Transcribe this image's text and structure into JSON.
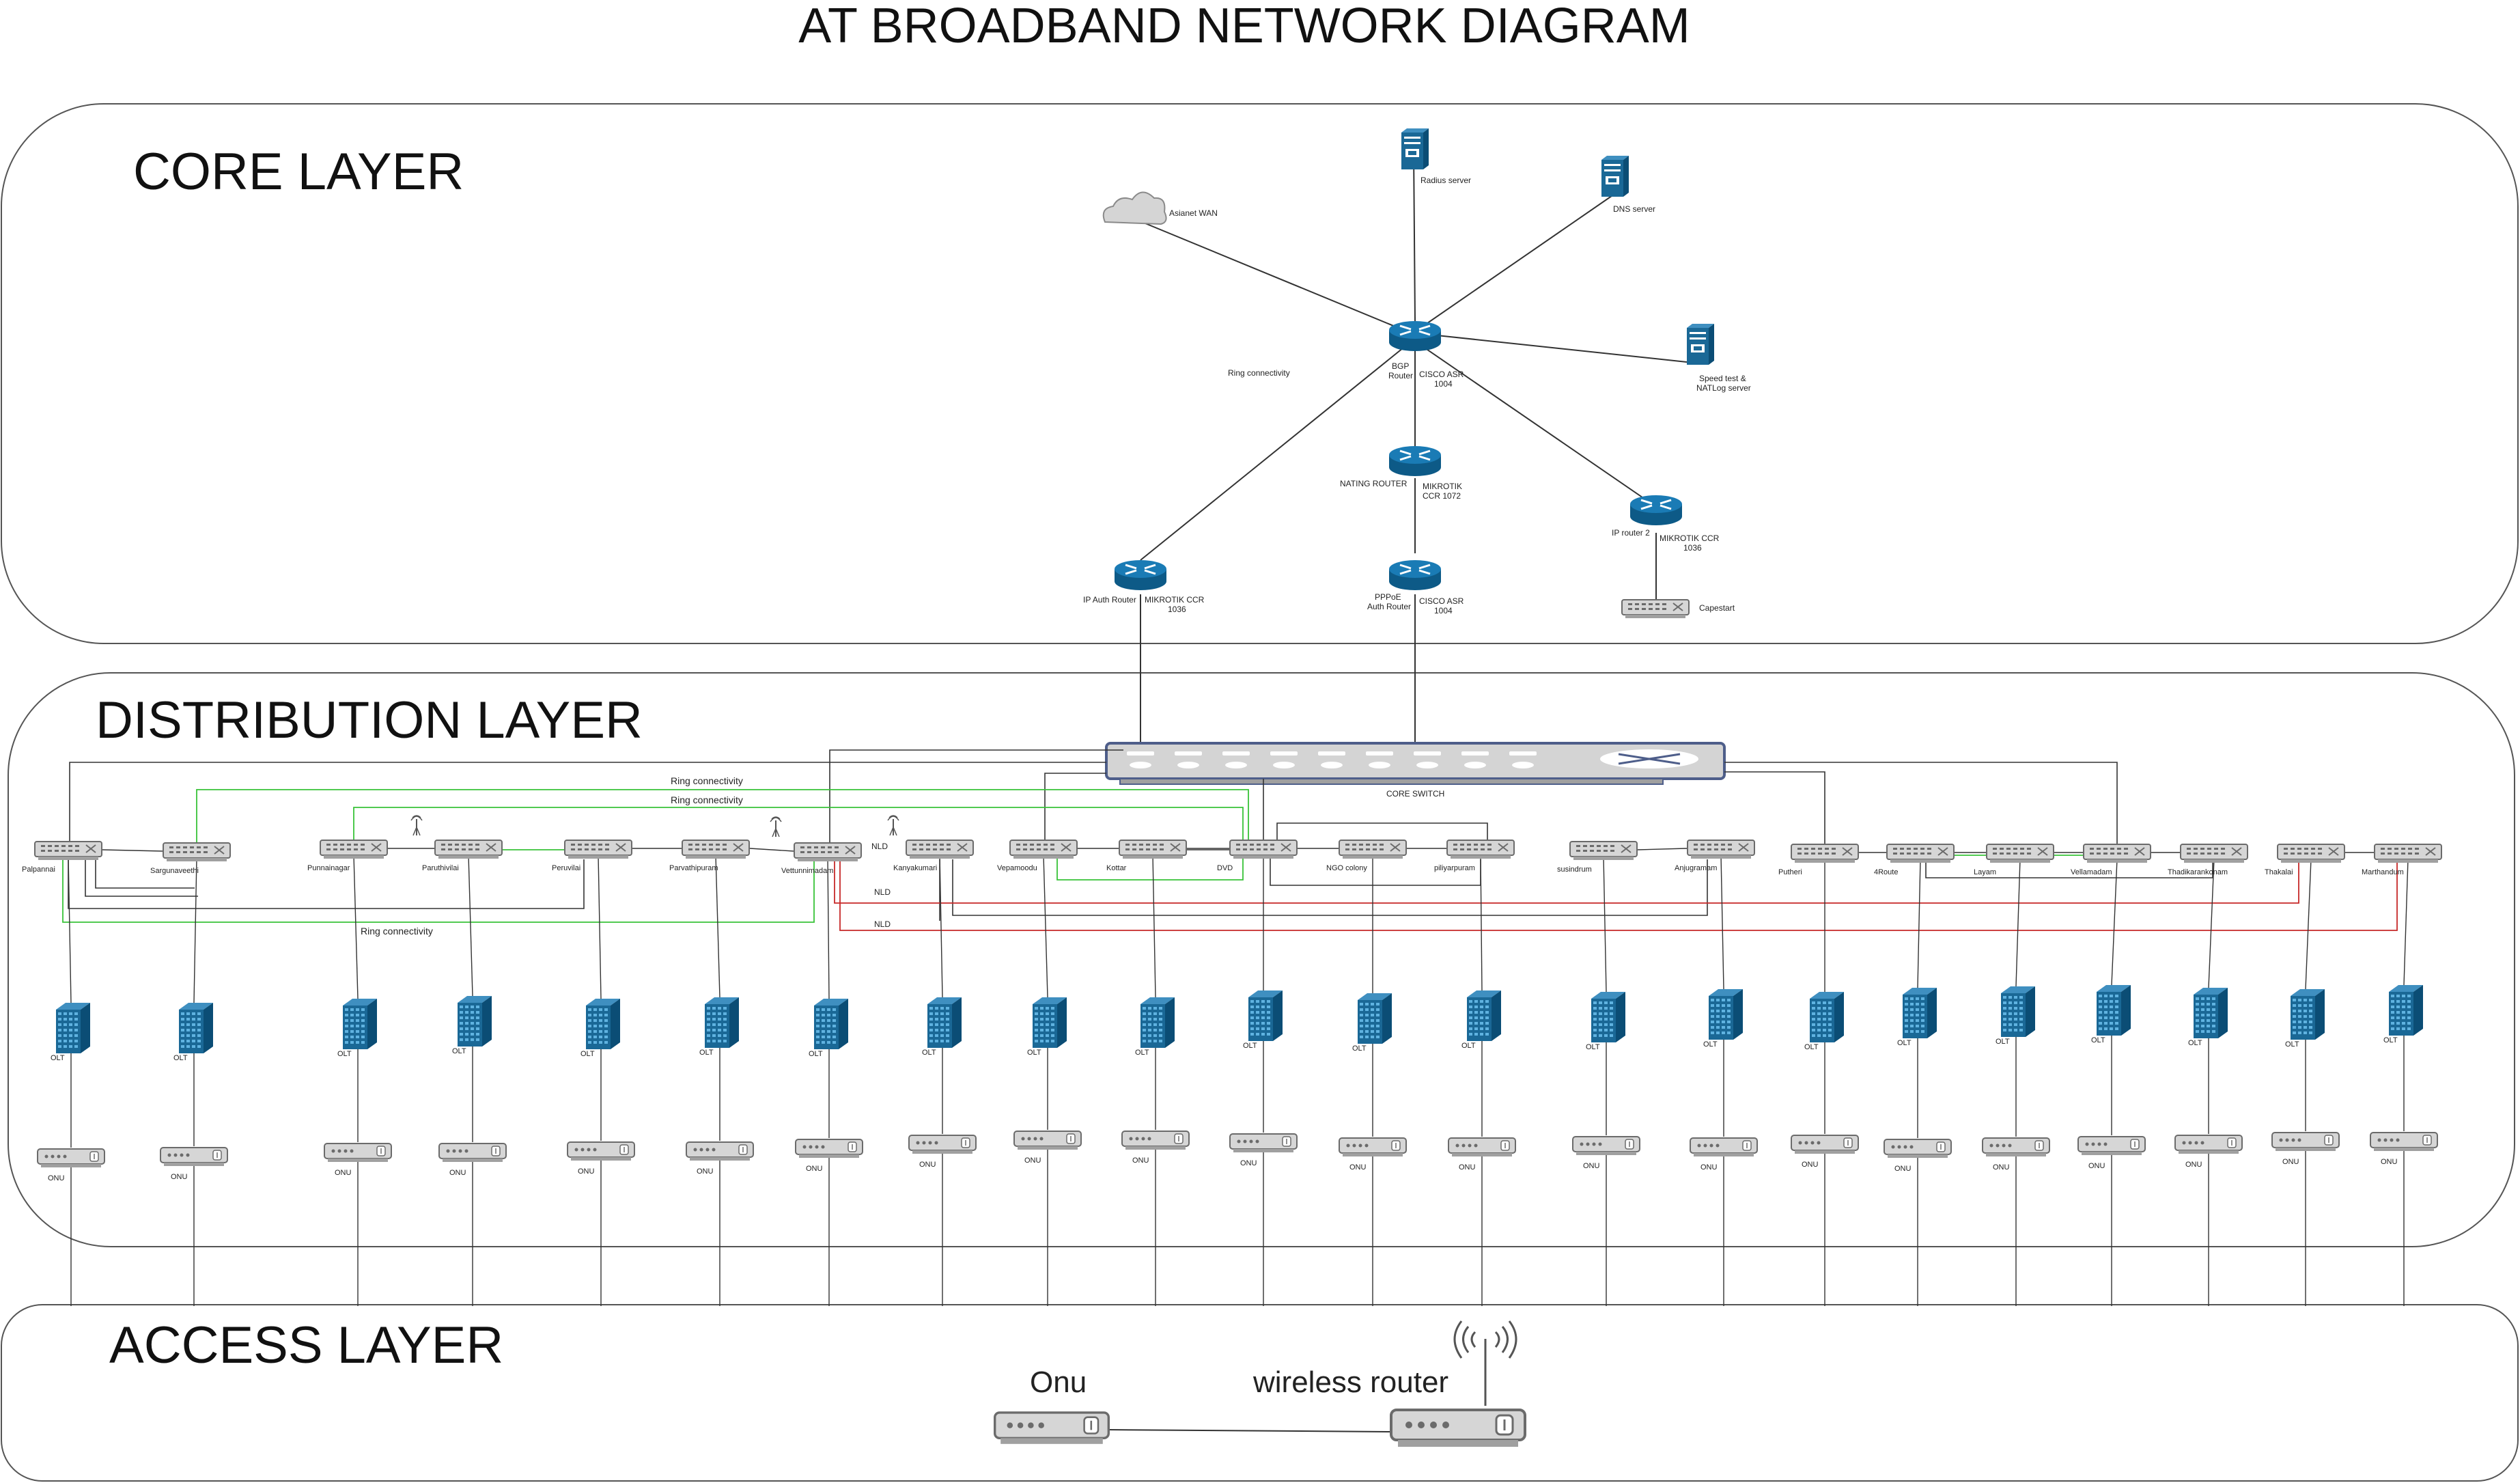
{
  "title": "AT BROADBAND NETWORK DIAGRAM",
  "layers": {
    "core": "CORE LAYER",
    "distribution": "DISTRIBUTION LAYER",
    "access": "ACCESS LAYER"
  },
  "core": {
    "wan": "Asianet WAN",
    "radius": "Radius server",
    "dns": "DNS server",
    "speedtest": "Speed test &\nNATLog server",
    "bgp_router": "BGP\nRouter",
    "bgp_model": "CISCO ASR\n1004",
    "nating_router": "NATING ROUTER",
    "nating_model": "MIKROTIK\nCCR 1072",
    "ip_router2": "IP router 2",
    "ip_router2_model": "MIKROTIK CCR\n1036",
    "ip_auth": "IP Auth Router",
    "ip_auth_model": "MIKROTIK CCR\n1036",
    "pppoe": "PPPoE\nAuth Router",
    "pppoe_model": "CISCO ASR\n1004",
    "capestart": "Capestart",
    "ring_connectivity": "Ring connectivity"
  },
  "distribution": {
    "core_switch": "CORE SWITCH",
    "ring1": "Ring connectivity",
    "ring2": "Ring connectivity",
    "ring3": "Ring connectivity",
    "nld1": "NLD",
    "nld2": "NLD",
    "nld3": "NLD",
    "sites": [
      "Palpannai",
      "Sargunaveethi",
      "Punnainagar",
      "Paruthivilai",
      "Peruvilai",
      "Parvathipuram",
      "Vettunnimadam",
      "Kanyakumari",
      "Vepamoodu",
      "Kottar",
      "DVD",
      "NGO colony",
      "piliyarpuram",
      "susindrum",
      "Anjugramam",
      "Putheri",
      "4Route",
      "Layam",
      "Vellamadam",
      "Thadikarankonam",
      "Thakalai",
      "Marthandum"
    ],
    "olt_label": "OLT",
    "onu_label": "ONU"
  },
  "access": {
    "onu": "Onu",
    "wireless_router": "wireless router"
  },
  "colors": {
    "device_blue": "#1a6896",
    "ring_green": "#39c339",
    "nld_red": "#c62828",
    "line_dark": "#333333"
  }
}
